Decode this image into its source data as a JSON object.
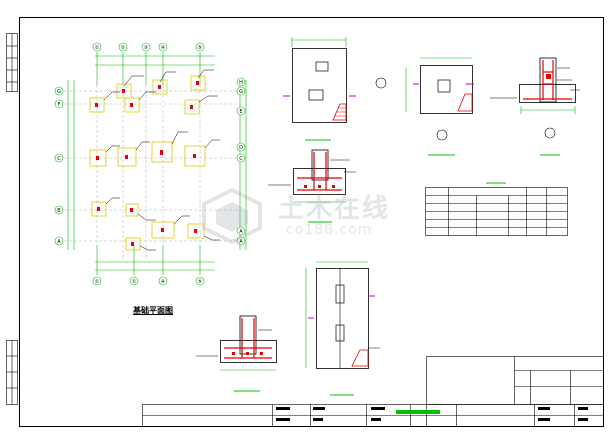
{
  "drawing": {
    "plan_title": "基础平面图",
    "axes_top": [
      "①",
      "②",
      "③",
      "④",
      "⑤"
    ],
    "axes_bottom": [
      "①",
      "①",
      "④",
      "⑤"
    ],
    "axes_left": [
      "G",
      "F",
      "C",
      "B",
      "A"
    ],
    "axes_right": [
      "H",
      "G",
      "E",
      "D",
      "C",
      "A",
      "A"
    ]
  },
  "watermark": {
    "text_cn": "土木在线",
    "text_en": "co188.com"
  },
  "colors": {
    "line": "#000000",
    "dimension": "#00c000",
    "column": "#e6c800",
    "rebar": "#e00000",
    "accent": "#c000c0"
  }
}
